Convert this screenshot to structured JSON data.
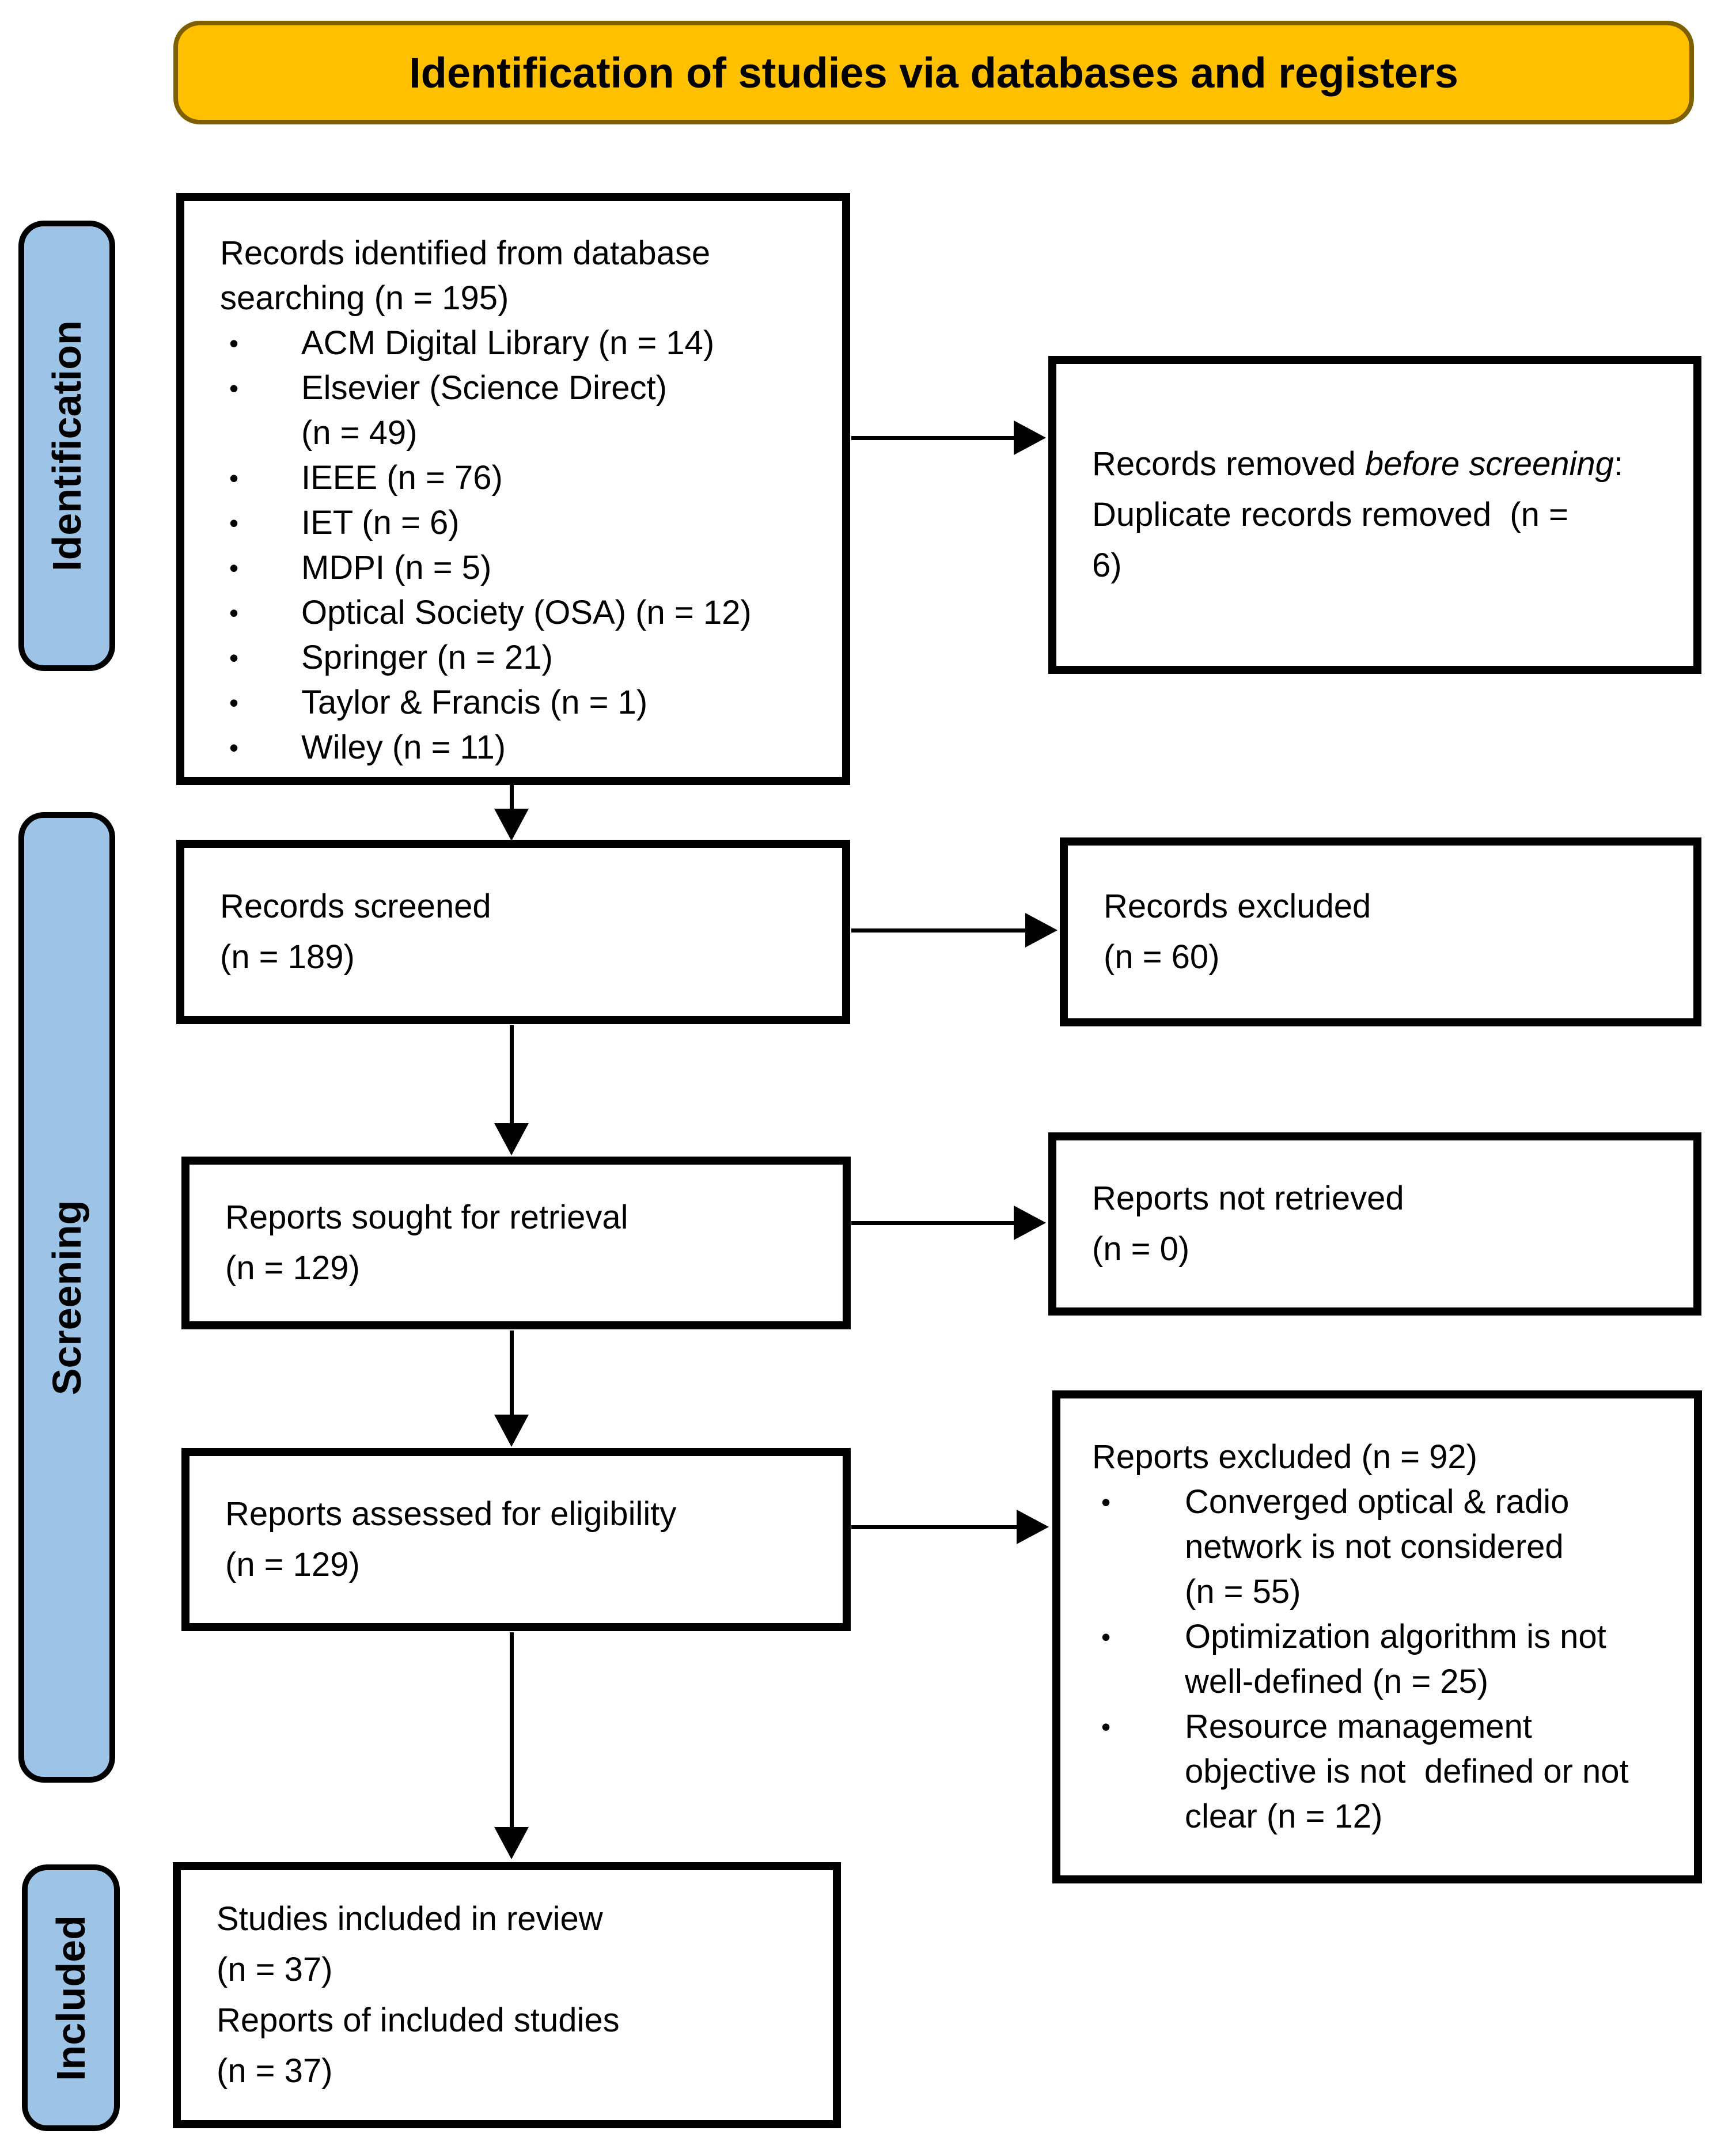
{
  "banner": {
    "label": "Identification of studies via databases and registers"
  },
  "sidebar": {
    "identification": "Identification",
    "screening": "Screening",
    "included": "Included"
  },
  "boxes": {
    "records_identified": {
      "title": "Records identified from database\nsearching (n = 195)",
      "bullet_glyph": "•",
      "bullets": [
        "ACM Digital Library (n = 14)",
        "Elsevier (Science Direct)\n(n = 49)",
        "IEEE (n = 76)",
        "IET (n = 6)",
        "MDPI (n = 5)",
        "Optical Society (OSA) (n = 12)",
        "Springer (n = 21)",
        "Taylor & Francis (n = 1)",
        "Wiley (n = 11)"
      ]
    },
    "records_removed": {
      "prefix": "Records removed ",
      "italic": "before screening",
      "suffix": ":",
      "line2": "Duplicate records removed  (n =\n6)"
    },
    "records_screened": {
      "text": "Records screened\n(n = 189)"
    },
    "records_excluded": {
      "text": "Records excluded\n(n = 60)"
    },
    "reports_sought": {
      "text": "Reports sought for retrieval\n(n = 129)"
    },
    "reports_not_retrieved": {
      "text": "Reports not retrieved\n(n = 0)"
    },
    "reports_assessed": {
      "text": "Reports assessed for eligibility\n(n = 129)"
    },
    "reports_excluded": {
      "title": "Reports excluded (n = 92)",
      "bullet_glyph": "•",
      "bullets": [
        "Converged optical & radio\nnetwork is not considered\n(n = 55)",
        "Optimization algorithm is not\nwell-defined (n = 25)",
        "Resource management\nobjective is not  defined or not\nclear (n = 12)"
      ]
    },
    "studies_included": {
      "text": "Studies included in review\n(n = 37)\nReports of included studies\n(n = 37)"
    }
  },
  "colors": {
    "banner_fill": "#FFC000",
    "banner_border": "#7F6000",
    "sidebar_fill": "#9DC3E6",
    "box_border": "#000000",
    "background": "#FFFFFF"
  }
}
